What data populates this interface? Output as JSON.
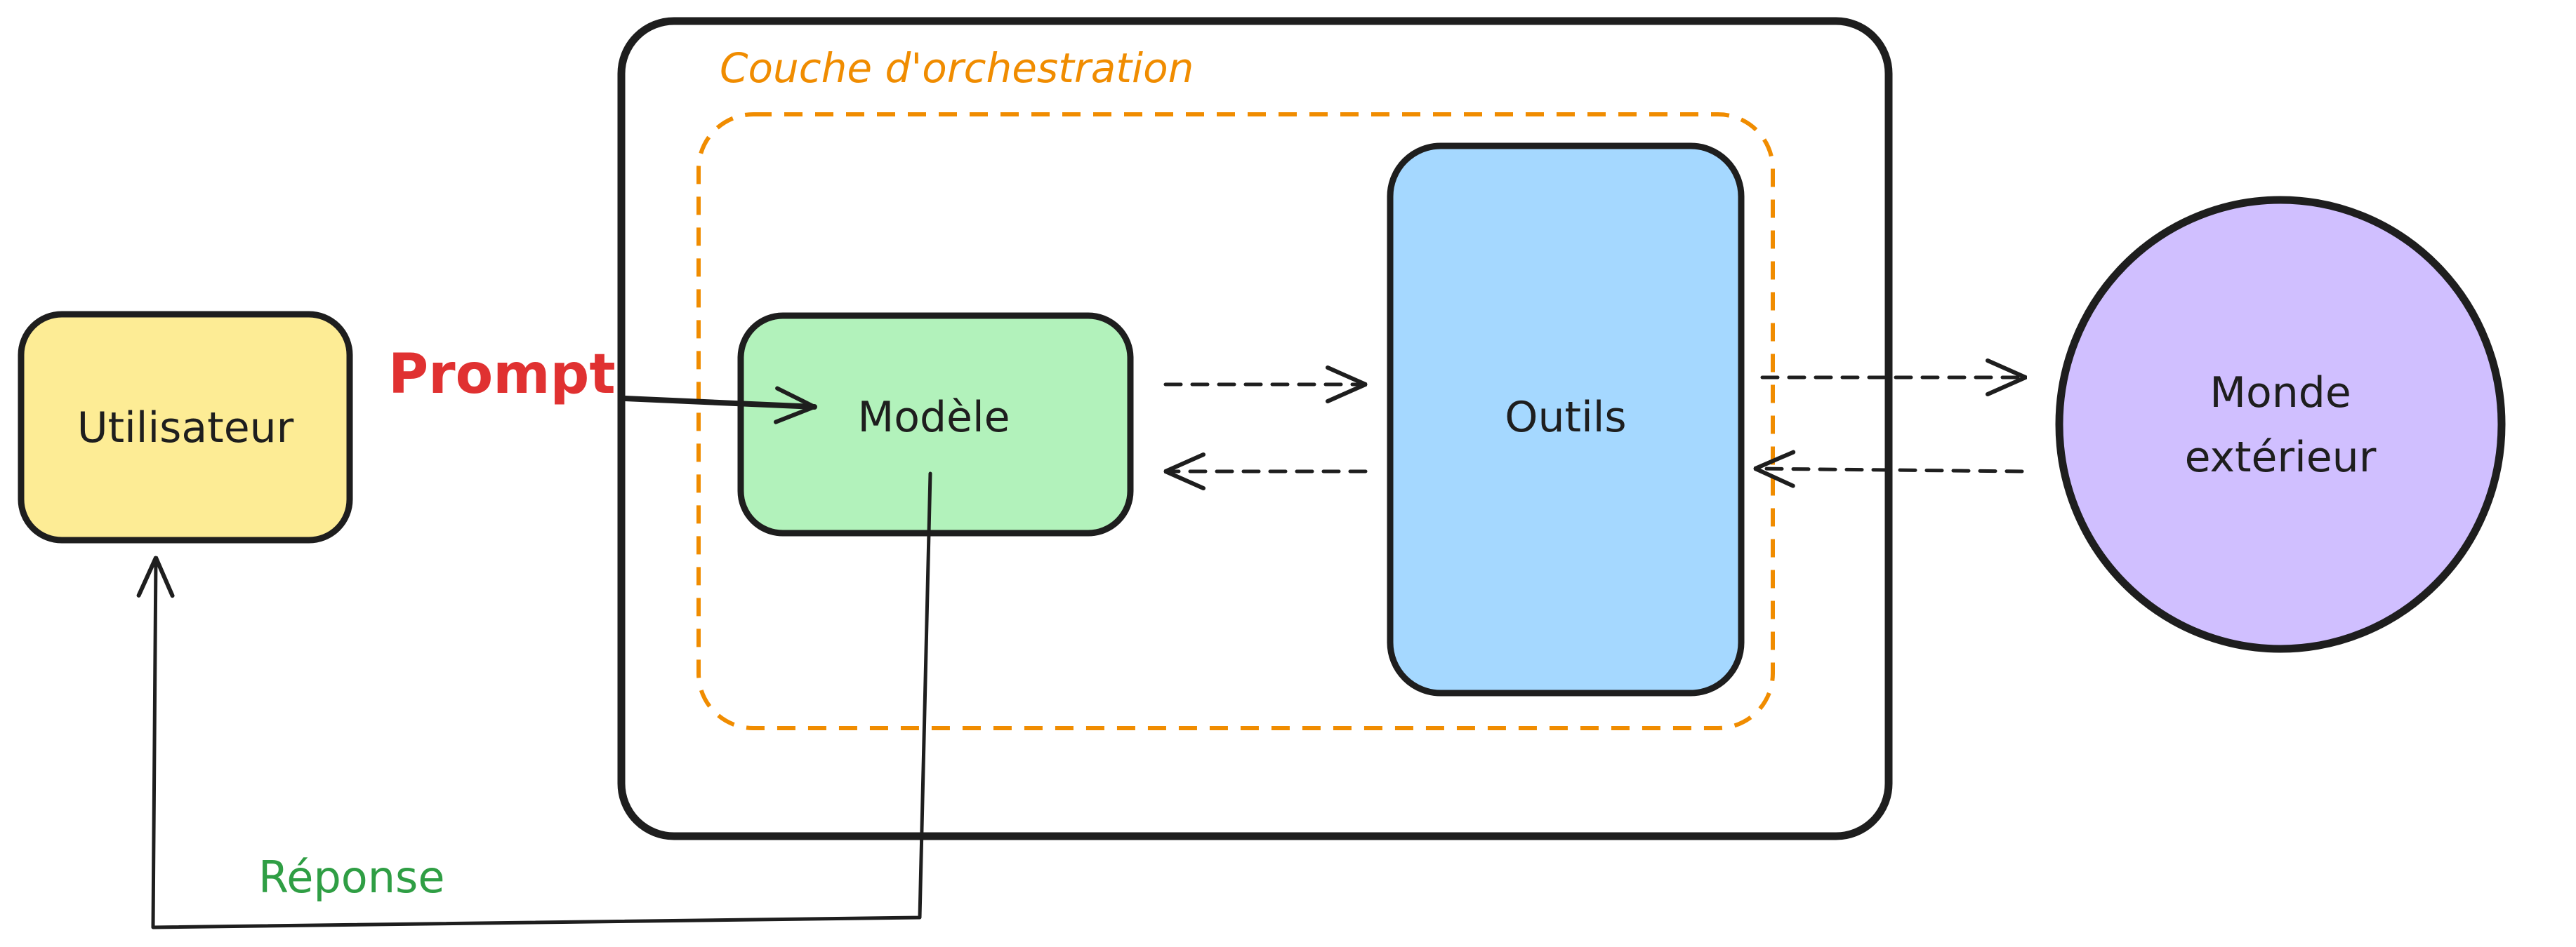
{
  "nodes": {
    "user": {
      "label": "Utilisateur",
      "fill": "#fdec95"
    },
    "model": {
      "label": "Modèle",
      "fill": "#b2f2bb"
    },
    "tools": {
      "label": "Outils",
      "fill": "#a5d8ff"
    },
    "world": {
      "line1": "Monde",
      "line2": "extérieur",
      "fill": "#d0bfff"
    }
  },
  "orchestration": {
    "label": "Couche d'orchestration",
    "color": "#f08c00"
  },
  "edges": {
    "prompt": {
      "label": "Prompt",
      "color": "#e03131"
    },
    "response": {
      "label": "Réponse",
      "color": "#2f9e44"
    }
  }
}
